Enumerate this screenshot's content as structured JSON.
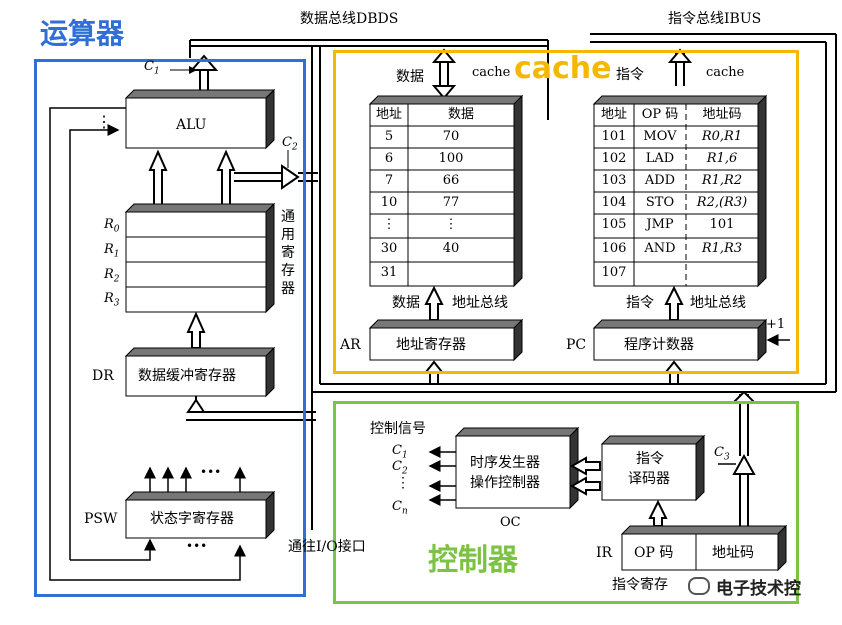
{
  "headings": {
    "alu_unit": "运算器",
    "cache": "cache",
    "control_unit": "控制器"
  },
  "colors": {
    "alu_unit": "#2f6fd6",
    "cache": "#f5b800",
    "control_unit": "#7cc243",
    "block_face": "#ffffff",
    "block_side": "#4a4a4a"
  },
  "buses": {
    "data_bus": "数据总线DBDS",
    "instr_bus": "指令总线IBUS",
    "io": "通往I/O接口"
  },
  "alu": {
    "c1": "C",
    "c1_sub": "1",
    "c2": "C",
    "c2_sub": "2",
    "dots": "⋮",
    "alu_label": "ALU",
    "gpr_label": "通用寄存器",
    "registers": [
      {
        "name": "R",
        "sub": "0"
      },
      {
        "name": "R",
        "sub": "1"
      },
      {
        "name": "R",
        "sub": "2"
      },
      {
        "name": "R",
        "sub": "3"
      }
    ],
    "dr_tag": "DR",
    "dr_label": "数据缓冲寄存器",
    "psw_tag": "PSW",
    "psw_label": "状态字寄存器",
    "psw_dots_top": "•••",
    "psw_dots_bottom": "•••"
  },
  "data_cache": {
    "top_left": "数据",
    "top_right": "cache",
    "headers": [
      "地址",
      "数据"
    ],
    "rows": [
      [
        "5",
        "70"
      ],
      [
        "6",
        "100"
      ],
      [
        "7",
        "66"
      ],
      [
        "10",
        "77"
      ],
      [
        "⋮",
        "⋮"
      ],
      [
        "30",
        "40"
      ],
      [
        "31",
        ""
      ]
    ],
    "below_left": "数据",
    "below_right": "地址总线",
    "ar_tag": "AR",
    "ar_label": "地址寄存器"
  },
  "instr_cache": {
    "top_left": "指令",
    "top_right": "cache",
    "headers": [
      "地址",
      "OP 码",
      "地址码"
    ],
    "rows": [
      [
        "101",
        "MOV",
        "R0,R1"
      ],
      [
        "102",
        "LAD",
        "R1,6"
      ],
      [
        "103",
        "ADD",
        "R1,R2"
      ],
      [
        "104",
        "STO",
        "R2,(R3)"
      ],
      [
        "105",
        "JMP",
        "101"
      ],
      [
        "106",
        "AND",
        "R1,R3"
      ],
      [
        "107",
        "",
        ""
      ]
    ],
    "below_left": "指令",
    "below_right": "地址总线",
    "pc_tag": "PC",
    "pc_label": "程序计数器",
    "plus_one": "+1"
  },
  "control": {
    "signals_title": "控制信号",
    "signals": [
      {
        "name": "C",
        "sub": "1"
      },
      {
        "name": "C",
        "sub": "2"
      },
      {
        "name": "⋮",
        "sub": ""
      },
      {
        "name": "C",
        "sub": "n"
      }
    ],
    "oc_line1": "时序发生器",
    "oc_line2": "操作控制器",
    "oc_tag": "OC",
    "decoder_line1": "指令",
    "decoder_line2": "译码器",
    "c3": "C",
    "c3_sub": "3",
    "ir_tag": "IR",
    "ir_op": "OP 码",
    "ir_addr": "地址码",
    "ir_caption": "指令寄存"
  },
  "watermark": {
    "brand": "电子技术控"
  }
}
